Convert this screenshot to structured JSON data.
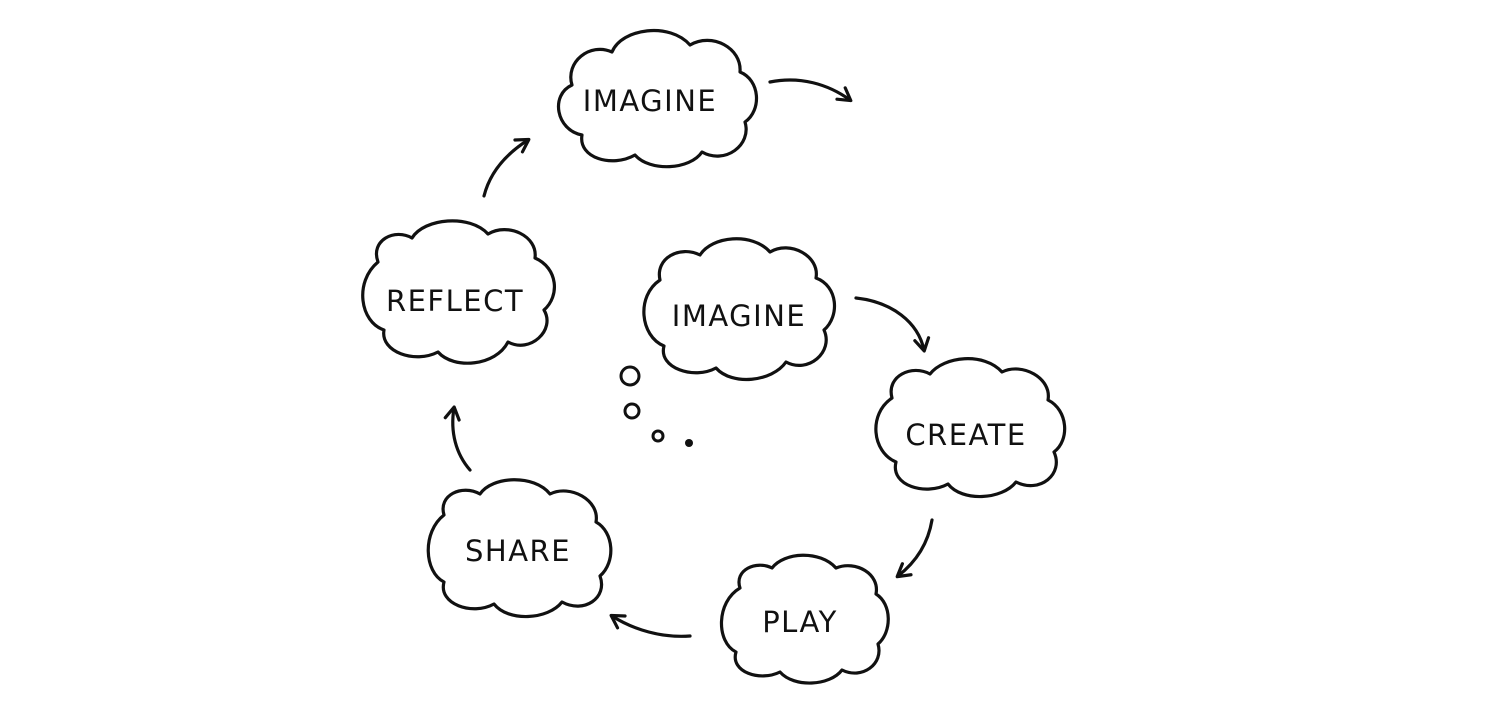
{
  "diagram": {
    "nodes": {
      "imagine_top": "IMAGINE",
      "imagine_inner": "IMAGINE",
      "create": "CREATE",
      "play": "PLAY",
      "share": "SHARE",
      "reflect": "REFLECT"
    },
    "edges": [
      {
        "from": "imagine_inner",
        "to": "create"
      },
      {
        "from": "create",
        "to": "play"
      },
      {
        "from": "play",
        "to": "share"
      },
      {
        "from": "share",
        "to": "reflect"
      },
      {
        "from": "reflect",
        "to": "imagine_top"
      },
      {
        "from": "imagine_top",
        "to": "next"
      }
    ],
    "thought_bubbles": 4
  }
}
